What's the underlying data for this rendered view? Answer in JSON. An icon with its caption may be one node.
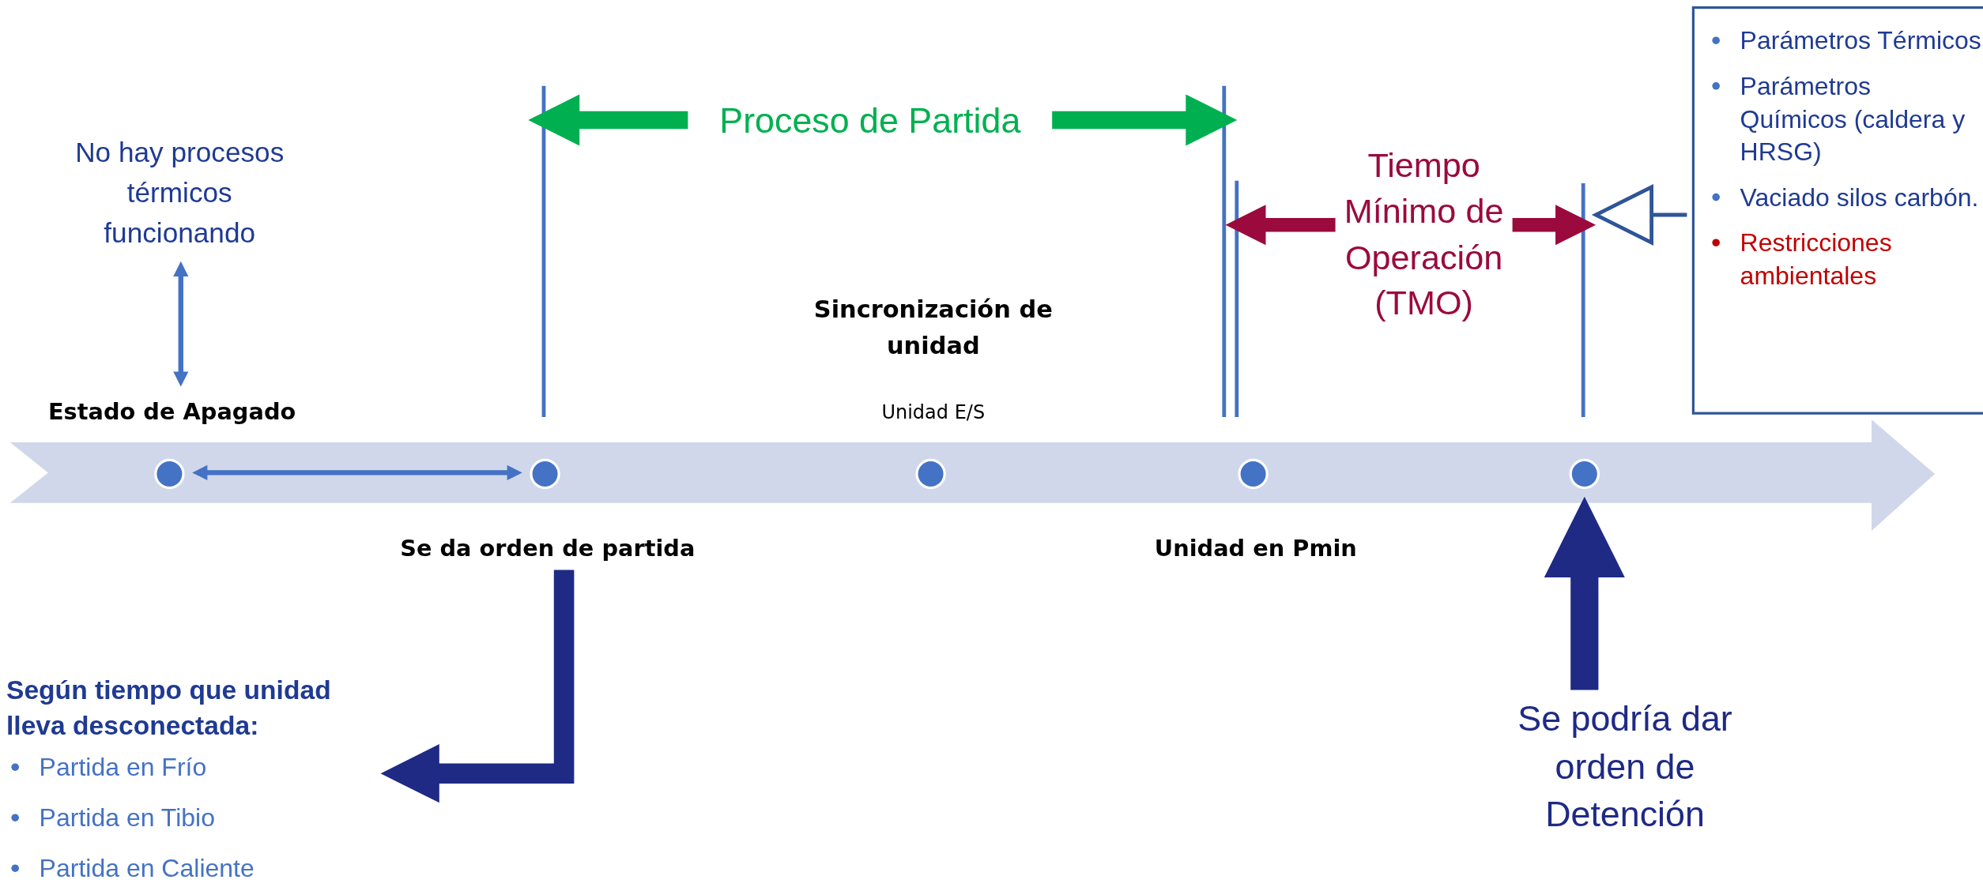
{
  "diagram": {
    "nodes": [
      {
        "text": [
          "No hay procesos térmicos funcionando"
        ]
      },
      {
        "text": [
          "Proceso de Partida"
        ]
      },
      {
        "text": [
          "Tiempo Mínimo de Operación (TMO)"
        ]
      },
      {
        "text": [
          "Parámetros Térmicos",
          "Parámetros Químicos (caldera y HRSG)",
          "Vaciado silos carbón.",
          "Restricciones ambientales"
        ]
      },
      {
        "text": [],
        "shape": "circle",
        "beside": [
          "Estado de Apagado"
        ]
      },
      {
        "text": [],
        "shape": "circle",
        "beside": [
          "Se da orden de partida"
        ]
      },
      {
        "text": [],
        "shape": "circle",
        "beside": [
          "Sincronización de unidad",
          "Unidad E/S"
        ]
      },
      {
        "text": [],
        "shape": "circle",
        "beside": [
          "Unidad en Pmin"
        ]
      },
      {
        "text": [],
        "shape": "circle"
      },
      {
        "text": [
          "Se podría dar orden de Detención"
        ]
      },
      {
        "text": [
          "Según tiempo que unidad lleva desconectada:",
          "Partida en Frío",
          "Partida en Tibio",
          "Partida en Caliente"
        ]
      }
    ],
    "edges": [
      {
        "from": 0,
        "to": 4,
        "arrow": "both",
        "color": "#4472c4"
      },
      {
        "from": 4,
        "to": 5,
        "arrow": "both",
        "color": "#4472c4"
      },
      {
        "from": 1,
        "to": null,
        "arrow": "to",
        "color": "#00b050"
      },
      {
        "from": 1,
        "to": null,
        "arrow": "to",
        "color": "#00b050"
      },
      {
        "from": 2,
        "to": null,
        "arrow": "to",
        "color": "#9b0a3c"
      },
      {
        "from": 2,
        "to": null,
        "arrow": "to",
        "color": "#9b0a3c"
      },
      {
        "from": 3,
        "to": null,
        "arrow": "to",
        "color": "#2f5597"
      },
      {
        "from": 5,
        "to": 10,
        "arrow": "to",
        "color": "#1f2a85"
      },
      {
        "from": 9,
        "to": 8,
        "arrow": "to",
        "style": "thick",
        "color": "#1f2a85"
      }
    ]
  }
}
